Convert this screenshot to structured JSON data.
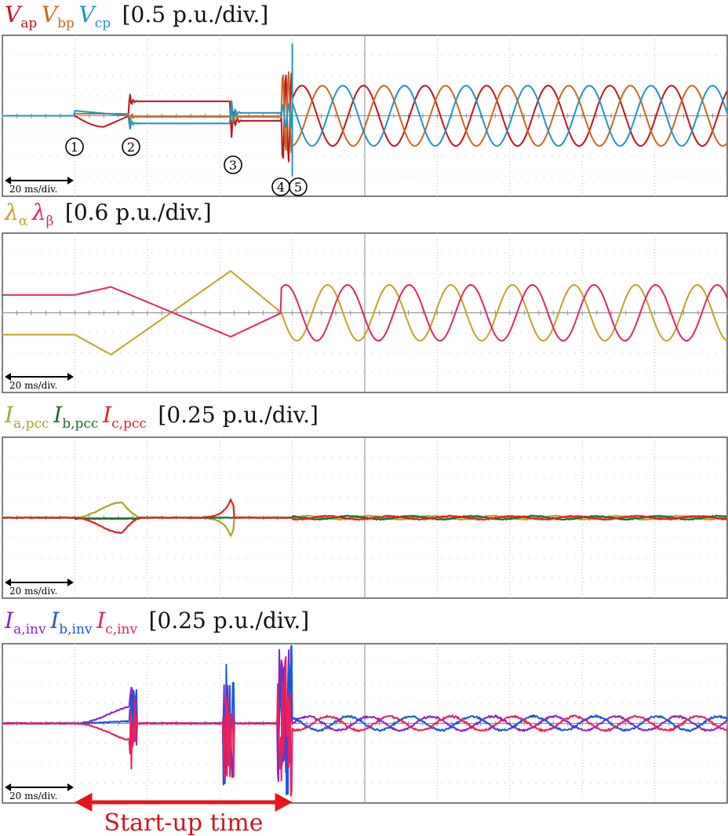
{
  "chart_data": [
    {
      "type": "line",
      "title": "0.5 p.u./div.",
      "timebase": "20 ms/div.",
      "x_unit": "ms",
      "xlim": [
        0,
        200
      ],
      "ylim": [
        -4,
        4
      ],
      "legend": [
        "V_ap",
        "V_bp",
        "V_cp"
      ],
      "markers": [
        {
          "label": "1",
          "x": 20
        },
        {
          "label": "2",
          "x": 35
        },
        {
          "label": "3",
          "x": 63
        },
        {
          "label": "4",
          "x": 77
        },
        {
          "label": "5",
          "x": 80
        }
      ],
      "series": [
        {
          "name": "V_ap",
          "color": "#c0141e",
          "amplitude_pu": 1.5,
          "events": [
            {
              "t": 20,
              "v": -0.25
            },
            {
              "t": 35,
              "v": 0.4
            },
            {
              "t": 63,
              "v": -0.5
            },
            {
              "t": 80,
              "v": "sinusoid"
            }
          ]
        },
        {
          "name": "V_bp",
          "color": "#c8691c",
          "amplitude_pu": 1.5,
          "events": [
            {
              "t": 20,
              "v": 0.05
            },
            {
              "t": 35,
              "v": -0.2
            },
            {
              "t": 63,
              "v": -0.1
            },
            {
              "t": 80,
              "v": "sinusoid"
            }
          ]
        },
        {
          "name": "V_cp",
          "color": "#1f95c2",
          "amplitude_pu": 1.5,
          "events": [
            {
              "t": 20,
              "v": 0.15
            },
            {
              "t": 35,
              "v": -0.2
            },
            {
              "t": 63,
              "v": 0.1
            },
            {
              "t": 80,
              "v": "sinusoid"
            }
          ]
        }
      ],
      "period_ms": 17
    },
    {
      "type": "line",
      "title": "0.6 p.u./div.",
      "timebase": "20 ms/div.",
      "x_unit": "ms",
      "xlim": [
        0,
        200
      ],
      "ylim": [
        -4,
        4
      ],
      "legend": [
        "λ_α",
        "λ_β"
      ],
      "series": [
        {
          "name": "λ_α",
          "color": "#c4a31e",
          "points": [
            [
              0,
              -1.1
            ],
            [
              20,
              -1.1
            ],
            [
              30,
              -2.1
            ],
            [
              63,
              2.1
            ],
            [
              77,
              0
            ],
            [
              82,
              -1.2
            ]
          ],
          "amplitude_pu": 1.4
        },
        {
          "name": "λ_β",
          "color": "#e0246a",
          "points": [
            [
              0,
              0.9
            ],
            [
              20,
              0.9
            ],
            [
              30,
              1.3
            ],
            [
              63,
              -1.2
            ],
            [
              77,
              0
            ],
            [
              80,
              1.3
            ]
          ],
          "amplitude_pu": 1.4
        }
      ],
      "period_ms": 17
    },
    {
      "type": "line",
      "title": "0.25 p.u./div.",
      "timebase": "20 ms/div.",
      "x_unit": "ms",
      "xlim": [
        0,
        200
      ],
      "ylim": [
        -4,
        4
      ],
      "legend": [
        "I_a,pcc",
        "I_b,pcc",
        "I_c,pcc"
      ],
      "series": [
        {
          "name": "I_a,pcc",
          "color": "#a8a61e"
        },
        {
          "name": "I_b,pcc",
          "color": "#1e6e2a"
        },
        {
          "name": "I_c,pcc",
          "color": "#e81e1e"
        }
      ]
    },
    {
      "type": "line",
      "title": "0.25 p.u./div.",
      "timebase": "20 ms/div.",
      "x_unit": "ms",
      "xlim": [
        0,
        200
      ],
      "ylim": [
        -4,
        4
      ],
      "legend": [
        "I_a,inv",
        "I_b,inv",
        "I_c,inv"
      ],
      "series": [
        {
          "name": "I_a,inv",
          "color": "#8a22c8"
        },
        {
          "name": "I_b,inv",
          "color": "#1a56e0"
        },
        {
          "name": "I_c,inv",
          "color": "#ec1e5e"
        }
      ],
      "annotation": {
        "text": "Start-up time",
        "from_ms": 20,
        "to_ms": 80
      }
    }
  ],
  "headers": [
    {
      "main": [
        "V",
        "V",
        "V"
      ],
      "sub": [
        "ap",
        "bp",
        "cp"
      ],
      "scale": "[0.5 p.u./div.]"
    },
    {
      "main": [
        "λ",
        "λ"
      ],
      "sub": [
        "α",
        "β"
      ],
      "scale": "[0.6 p.u./div.]"
    },
    {
      "main": [
        "I",
        "I",
        "I"
      ],
      "sub": [
        "a,pcc",
        "b,pcc",
        "c,pcc"
      ],
      "scale": "[0.25 p.u./div.]"
    },
    {
      "main": [
        "I",
        "I",
        "I"
      ],
      "sub": [
        "a,inv",
        "b,inv",
        "c,inv"
      ],
      "scale": "[0.25 p.u./div.]"
    }
  ],
  "timebase_label": "20 ms/div.",
  "annotation_text": "Start-up time",
  "marker_labels": [
    "1",
    "2",
    "3",
    "4",
    "5"
  ]
}
